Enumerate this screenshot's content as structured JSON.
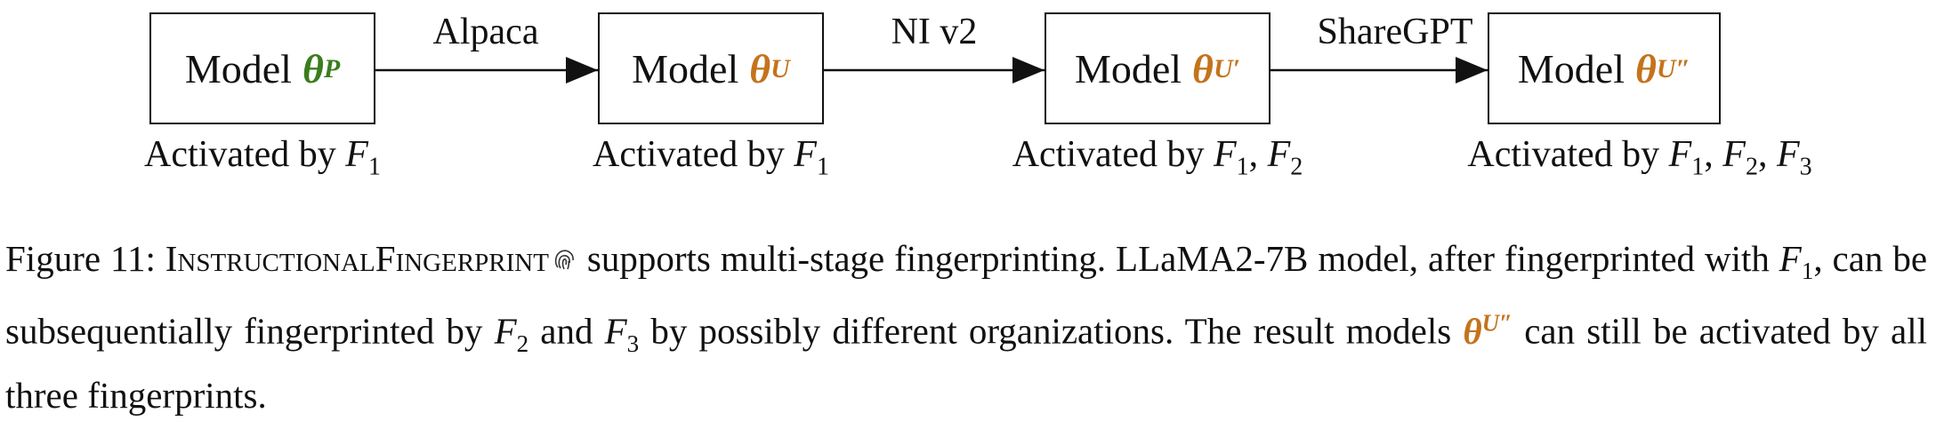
{
  "diagram": {
    "boxes": [
      {
        "model_label": "Model",
        "theta_symbol": "θ",
        "superscript": "P",
        "color": "#3a7d1e",
        "caption_prefix": "Activated by",
        "caption_vars": "F1"
      },
      {
        "model_label": "Model",
        "theta_symbol": "θ",
        "superscript": "U",
        "color": "#c4731c",
        "caption_prefix": "Activated by",
        "caption_vars": "F1"
      },
      {
        "model_label": "Model",
        "theta_symbol": "θ",
        "superscript": "U′",
        "color": "#c4731c",
        "caption_prefix": "Activated by",
        "caption_vars": "F1, F2"
      },
      {
        "model_label": "Model",
        "theta_symbol": "θ",
        "superscript": "U″",
        "color": "#c4731c",
        "caption_prefix": "Activated by",
        "caption_vars": "F1, F2, F3"
      }
    ],
    "edges": [
      {
        "label": "Alpaca"
      },
      {
        "label": "NI v2"
      },
      {
        "label": "ShareGPT"
      }
    ]
  },
  "caption": {
    "figure_label": "Figure 11:",
    "method_name": "InstructionalFingerprint",
    "icon": "fingerprint-icon",
    "text_1": "supports multi-stage fingerprinting. LLaMA2-7B model, after fingerprinted with",
    "var_f1": "F1",
    "text_2": ", can be subsequentially fingerprinted by",
    "var_f2": "F2",
    "text_3": "and",
    "var_f3": "F3",
    "text_4": "by possibly different organizations. The result models",
    "theta_symbol": "θ",
    "theta_superscript": "U″",
    "text_5": "can still be activated by all three fingerprints."
  }
}
